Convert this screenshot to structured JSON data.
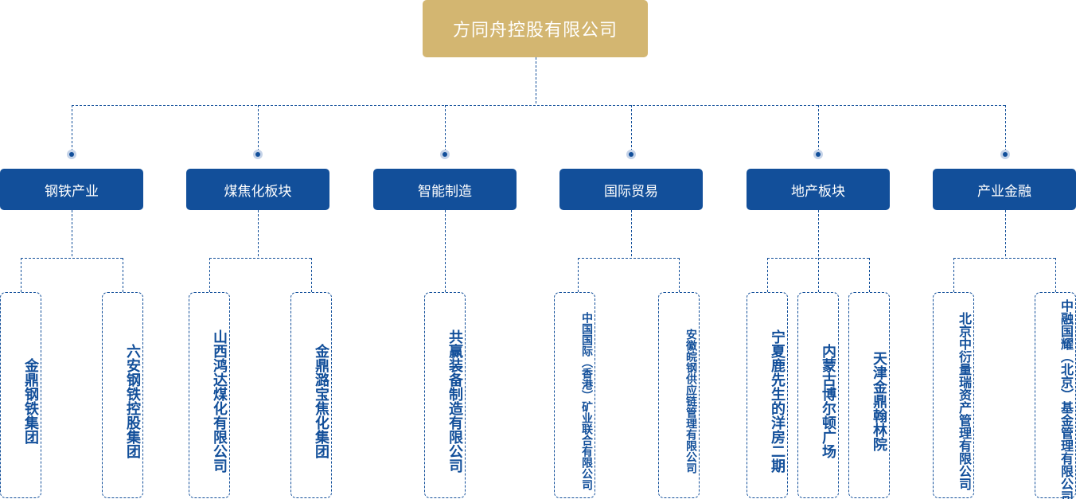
{
  "root": {
    "label": "方同舟控股有限公司"
  },
  "categories": [
    {
      "label": "钢铁产业",
      "companies": [
        "金鼎钢铁集团",
        "六安钢铁控股集团"
      ]
    },
    {
      "label": "煤焦化板块",
      "companies": [
        "山西鸿达煤化有限公司",
        "金鼎潞宝焦化集团"
      ]
    },
    {
      "label": "智能制造",
      "companies": [
        "共赢装备制造有限公司"
      ]
    },
    {
      "label": "国际贸易",
      "companies": [
        "中国国际（香港）矿业联合有限公司",
        "安徽皖钢供应链管理有限公司"
      ]
    },
    {
      "label": "地产板块",
      "companies": [
        "宁夏鹿先生的洋房二期",
        "内蒙古博尔顿广场",
        "天津金鼎翰林院"
      ]
    },
    {
      "label": "产业金融",
      "companies": [
        "北京中衍量瑞资产管理有限公司",
        "中融国耀（北京）基金管理有限公司"
      ]
    }
  ],
  "colors": {
    "root_bg": "#d3b671",
    "category_bg": "#124f9a",
    "line": "#124f9a",
    "dot_ring": "#c5d3e8"
  }
}
